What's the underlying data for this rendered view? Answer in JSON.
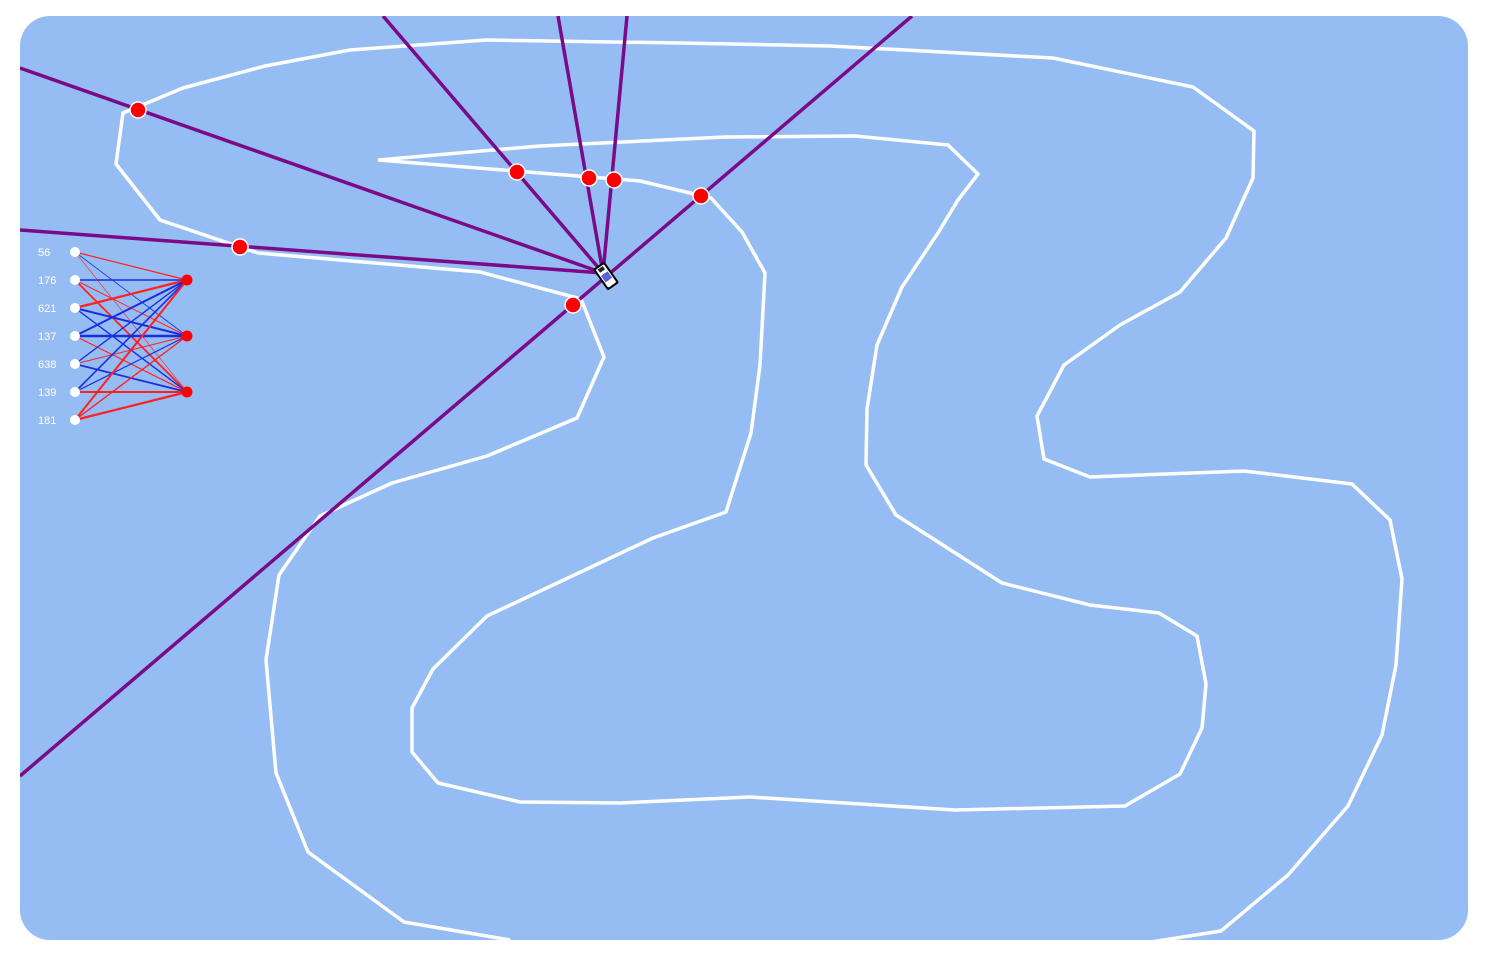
{
  "colors": {
    "background": "#95bdf3",
    "track": "#ffffff",
    "sensor_ray": "#7a0a87",
    "sensor_hit": "#ff0000",
    "weight_positive": "#ff2020",
    "weight_negative": "#1a2ee0",
    "input_node": "#ffffff",
    "output_node": "#ff0000",
    "label": "#ffffff"
  },
  "neural_network": {
    "input_values": [
      "56",
      "176",
      "621",
      "137",
      "638",
      "139",
      "181"
    ],
    "output_count": 3
  },
  "icons": {
    "car": "car-icon",
    "sensor_hit": "sensor-hit-marker"
  }
}
